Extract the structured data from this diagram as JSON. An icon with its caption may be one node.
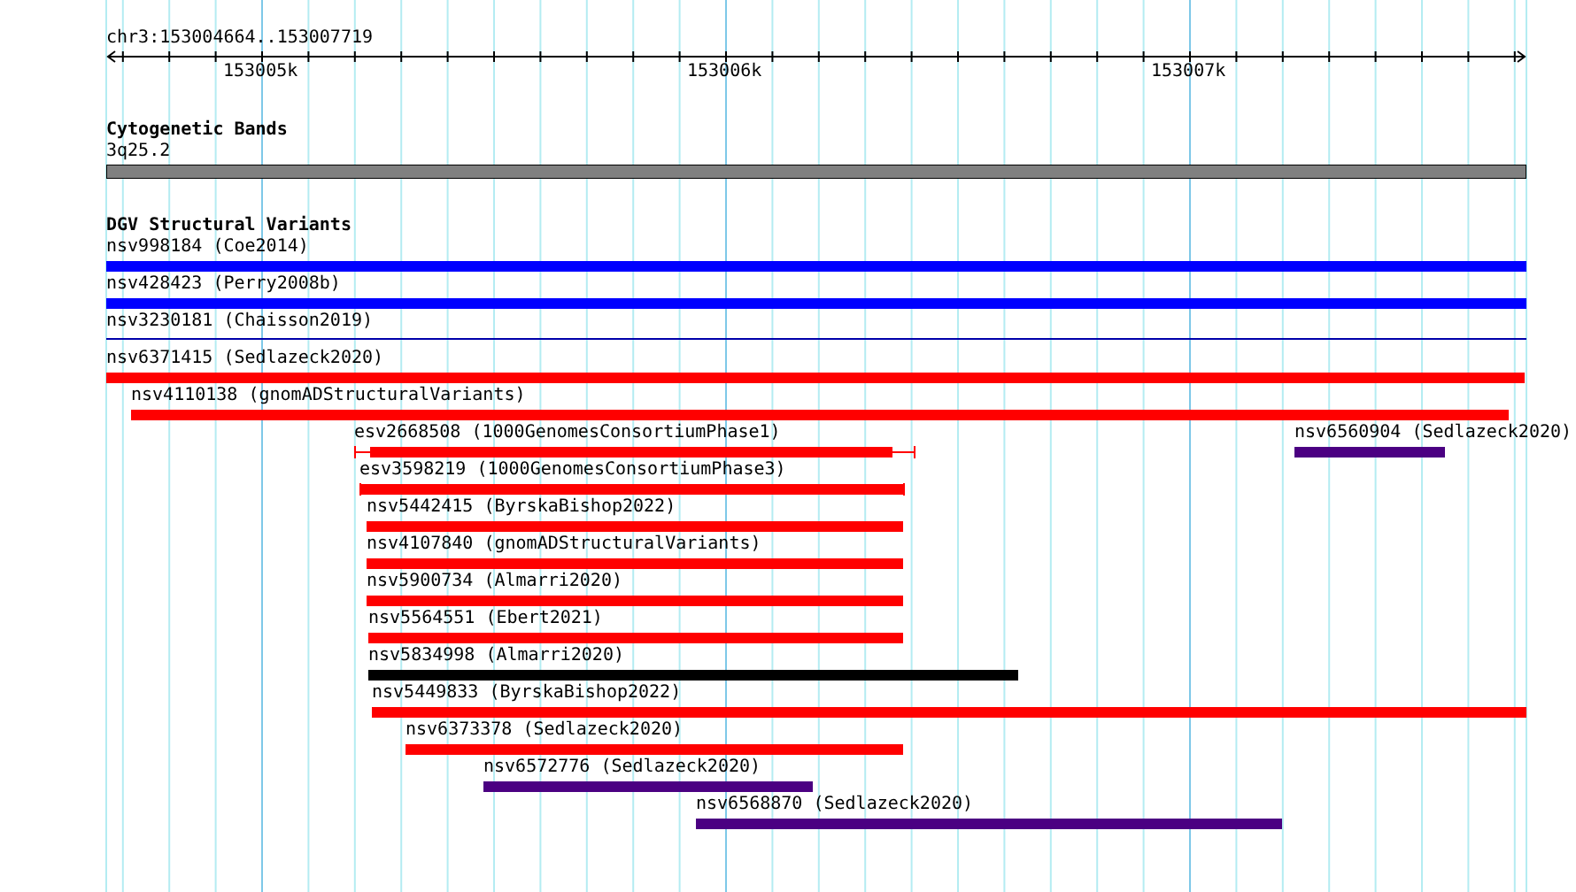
{
  "diagram": {
    "nodes": [
      {
        "text": [
          "3q25.2"
        ]
      },
      {
        "text": [
          "nsv998184 (Coe2014)"
        ]
      },
      {
        "text": [
          "nsv428423 (Perry2008b)"
        ]
      },
      {
        "text": [
          "nsv3230181 (Chaisson2019)"
        ]
      },
      {
        "text": [
          "nsv6371415 (Sedlazeck2020)"
        ]
      },
      {
        "text": [
          "nsv4110138 (gnomADStructuralVariants)"
        ]
      },
      {
        "text": [
          "esv2668508 (1000GenomesConsortiumPhase1)"
        ]
      },
      {
        "text": [
          "nsv6560904 (Sedlazeck2020)"
        ]
      },
      {
        "text": [
          "esv3598219 (1000GenomesConsortiumPhase3)"
        ]
      },
      {
        "text": [
          "nsv5442415 (ByrskaBishop2022)"
        ]
      },
      {
        "text": [
          "nsv4107840 (gnomADStructuralVariants)"
        ]
      },
      {
        "text": [
          "nsv5900734 (Almarri2020)"
        ]
      },
      {
        "text": [
          "nsv5564551 (Ebert2021)"
        ]
      },
      {
        "text": [
          "nsv5834998 (Almarri2020)"
        ]
      },
      {
        "text": [
          "nsv5449833 (ByrskaBishop2022)"
        ]
      },
      {
        "text": [
          "nsv6373378 (Sedlazeck2020)"
        ]
      },
      {
        "text": [
          "nsv6572776 (Sedlazeck2020)"
        ]
      },
      {
        "text": [
          "nsv6568870 (Sedlazeck2020)"
        ]
      }
    ],
    "labels": [
      "chr3:153004664..153007719",
      "153005k",
      "153006k",
      "153007k",
      "Cytogenetic Bands",
      "DGV Structural Variants"
    ]
  }
}
